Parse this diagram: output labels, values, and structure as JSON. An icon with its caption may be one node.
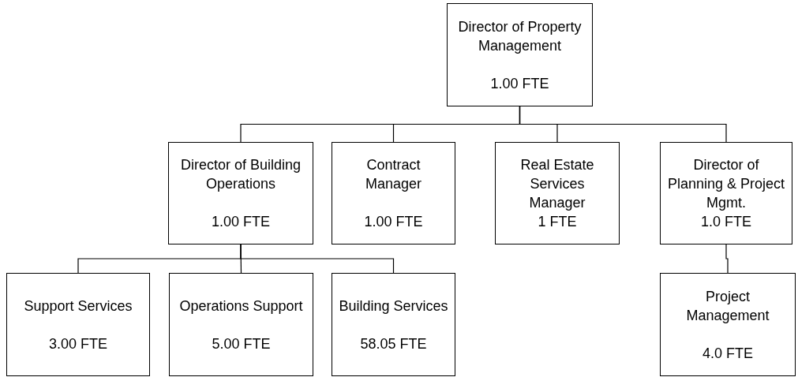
{
  "diagram": {
    "nodes": [
      {
        "text": [
          "Director of Property Management",
          "1.00 FTE"
        ]
      },
      {
        "text": [
          "Director of Building Operations",
          "1.00 FTE"
        ]
      },
      {
        "text": [
          "Contract Manager",
          "1.00 FTE"
        ]
      },
      {
        "text": [
          "Real Estate Services Manager",
          "1 FTE"
        ]
      },
      {
        "text": [
          "Director of Planning & Project Mgmt.",
          "1.0 FTE"
        ]
      },
      {
        "text": [
          "Support Services",
          "3.00 FTE"
        ]
      },
      {
        "text": [
          "Operations Support",
          "5.00 FTE"
        ]
      },
      {
        "text": [
          "Building Services",
          "58.05 FTE"
        ]
      },
      {
        "text": [
          "Project Management",
          "4.0 FTE"
        ]
      }
    ],
    "edges": [
      {
        "from": 0,
        "to": 1,
        "arrow": "none"
      },
      {
        "from": 0,
        "to": 2,
        "arrow": "none"
      },
      {
        "from": 0,
        "to": 3,
        "arrow": "none"
      },
      {
        "from": 0,
        "to": 4,
        "arrow": "none"
      },
      {
        "from": 1,
        "to": 5,
        "arrow": "none"
      },
      {
        "from": 1,
        "to": 6,
        "arrow": "none"
      },
      {
        "from": 1,
        "to": 7,
        "arrow": "none"
      },
      {
        "from": 4,
        "to": 8,
        "arrow": "none"
      }
    ]
  }
}
